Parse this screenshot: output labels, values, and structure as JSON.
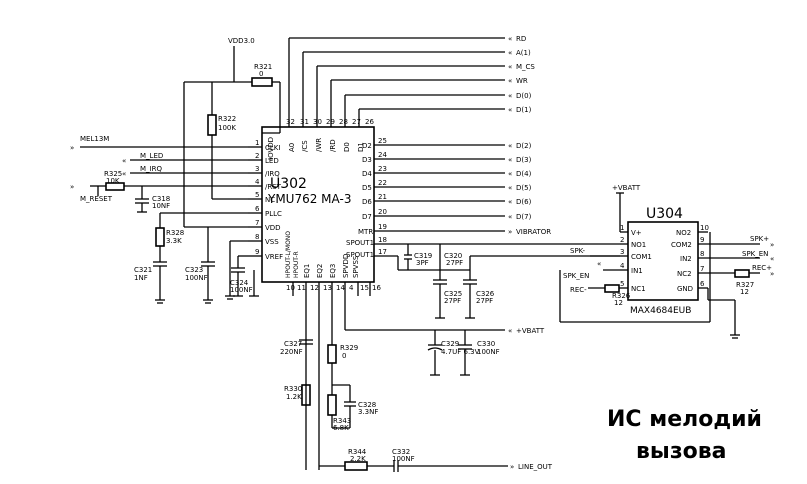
{
  "caption": {
    "line1": "ИС мелодий",
    "line2": "вызова"
  },
  "supply": {
    "vdd": "VDD3.0",
    "vbatt_top": "+VBATT",
    "vbatt_mid": "+VBATT"
  },
  "u302": {
    "ref": "U302",
    "part": "YMU762 MA-3",
    "left_pins": [
      {
        "num": "1",
        "name": "CLKI"
      },
      {
        "num": "2",
        "name": "LED"
      },
      {
        "num": "3",
        "name": "/IRQ"
      },
      {
        "num": "4",
        "name": "/RST"
      },
      {
        "num": "5",
        "name": "NC"
      },
      {
        "num": "6",
        "name": "PLLC"
      },
      {
        "num": "7",
        "name": "VDD"
      },
      {
        "num": "8",
        "name": "VSS"
      },
      {
        "num": "9",
        "name": "VREF"
      }
    ],
    "top_pins": [
      {
        "num": "32",
        "name": "IOVDD"
      },
      {
        "num": "31",
        "name": "A0"
      },
      {
        "num": "30",
        "name": "/CS"
      },
      {
        "num": "29",
        "name": "/WR"
      },
      {
        "num": "28",
        "name": "/RD"
      },
      {
        "num": "27",
        "name": "D0"
      },
      {
        "num": "26",
        "name": "D1"
      }
    ],
    "right_pins": [
      {
        "num": "25",
        "name": "D2"
      },
      {
        "num": "24",
        "name": "D3"
      },
      {
        "num": "23",
        "name": "D4"
      },
      {
        "num": "22",
        "name": "D5"
      },
      {
        "num": "21",
        "name": "D6"
      },
      {
        "num": "20",
        "name": "D7"
      },
      {
        "num": "19",
        "name": "MTR"
      },
      {
        "num": "18",
        "name": "SPOUT1"
      },
      {
        "num": "17",
        "name": "SPOUT1"
      }
    ],
    "bottom_pins": [
      {
        "num": "10",
        "name": "HPOUT-L/MONO"
      },
      {
        "num": "11",
        "name": "HPOUT-R"
      },
      {
        "num": "12",
        "name": "EQ1"
      },
      {
        "num": "13",
        "name": "EQ2"
      },
      {
        "num": "14",
        "name": "EQ3"
      },
      {
        "num": "4",
        "name": "SPVDD"
      },
      {
        "num": "15",
        "name": "SPVSS"
      },
      {
        "num": "16",
        "name": ""
      }
    ]
  },
  "u304": {
    "ref": "U304",
    "part": "MAX4684EUB",
    "left_pins": [
      {
        "num": "1",
        "name": "V+"
      },
      {
        "num": "2",
        "name": "NO1"
      },
      {
        "num": "3",
        "name": "COM1"
      },
      {
        "num": "4",
        "name": "IN1"
      },
      {
        "num": "5",
        "name": "NC1"
      }
    ],
    "right_pins": [
      {
        "num": "10",
        "name": "NO2"
      },
      {
        "num": "9",
        "name": "COM2"
      },
      {
        "num": "8",
        "name": "IN2"
      },
      {
        "num": "7",
        "name": "NC2"
      },
      {
        "num": "6",
        "name": "GND"
      }
    ]
  },
  "nets": {
    "left": [
      "MEL13M",
      "M_LED",
      "M_IRQ",
      "M_RESET"
    ],
    "top": [
      "RD",
      "A(1)",
      "M_CS",
      "WR",
      "D(0)",
      "D(1)"
    ],
    "right": [
      "D(2)",
      "D(3)",
      "D(4)",
      "D(5)",
      "D(6)",
      "D(7)",
      "VIBRATOR"
    ],
    "switch_left": [
      "SPK-",
      "SPK_EN",
      "REC-"
    ],
    "switch_right": [
      "SPK+",
      "SPK_EN",
      "REC+"
    ],
    "line_out": "LINE_OUT"
  },
  "components": {
    "R321": {
      "ref": "R321",
      "value": "0"
    },
    "R322": {
      "ref": "R322",
      "value": "100K"
    },
    "R325": {
      "ref": "R325",
      "value": "10K"
    },
    "R328": {
      "ref": "R328",
      "value": "3.3K"
    },
    "C318": {
      "ref": "C318",
      "value": "10NF"
    },
    "C321": {
      "ref": "C321",
      "value": "1NF"
    },
    "C323": {
      "ref": "C323",
      "value": "100NF"
    },
    "C324": {
      "ref": "C324",
      "value": "100NF"
    },
    "C319": {
      "ref": "C319",
      "value": "3PF"
    },
    "C320": {
      "ref": "C320",
      "value": "27PF"
    },
    "C325": {
      "ref": "C325",
      "value": "27PF"
    },
    "C326": {
      "ref": "C326",
      "value": "27PF"
    },
    "C327": {
      "ref": "C327",
      "value": "220NF"
    },
    "R329": {
      "ref": "R329",
      "value": "0"
    },
    "R330": {
      "ref": "R330",
      "value": "1.2K"
    },
    "C328": {
      "ref": "C328",
      "value": "3.3NF"
    },
    "R343": {
      "ref": "R343",
      "value": "6.8K"
    },
    "C329": {
      "ref": "C329",
      "value": "4.7UF 6.3V"
    },
    "C330": {
      "ref": "C330",
      "value": "100NF"
    },
    "R344": {
      "ref": "R344",
      "value": "2.2K"
    },
    "C332": {
      "ref": "C332",
      "value": "100NF"
    },
    "R326": {
      "ref": "R326",
      "value": "12"
    },
    "R327": {
      "ref": "R327",
      "value": "12"
    }
  }
}
